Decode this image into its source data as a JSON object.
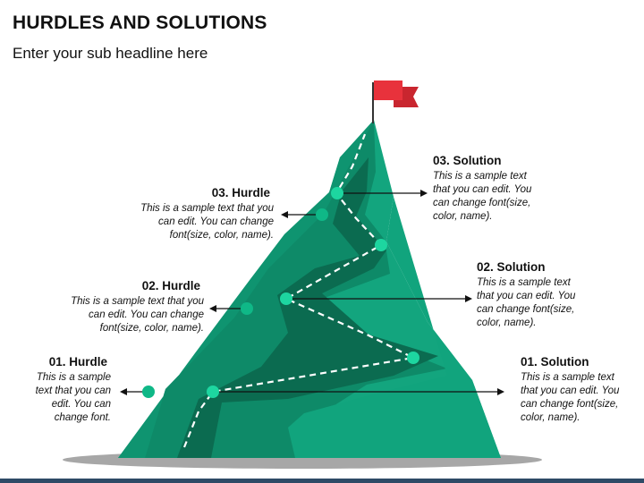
{
  "header": {
    "title": "HURDLES AND SOLUTIONS",
    "subtitle": "Enter your sub headline here"
  },
  "hurdles": [
    {
      "title": "01. Hurdle",
      "lines": [
        "This is a sample",
        "text that you can",
        "edit. You can",
        "change font."
      ]
    },
    {
      "title": "02. Hurdle",
      "lines": [
        "This is a sample text that you",
        "can edit. You can change",
        "font(size, color, name)."
      ]
    },
    {
      "title": "03. Hurdle",
      "lines": [
        "This is a sample text that you",
        "can edit. You can change",
        "font(size, color, name)."
      ]
    }
  ],
  "solutions": [
    {
      "title": "01. Solution",
      "lines": [
        "This is a sample text",
        "that you can edit. You",
        "can change font(size,",
        "color, name)."
      ]
    },
    {
      "title": "02. Solution",
      "lines": [
        "This is a sample text",
        "that you can edit. You",
        "can change font(size,",
        "color, name)."
      ]
    },
    {
      "title": "03. Solution",
      "lines": [
        "This is a sample text",
        "that you can edit. You",
        "can change font(size,",
        "color, name)."
      ]
    }
  ],
  "colors": {
    "mountain_light": "#13a57e",
    "mountain_mid": "#0e8a68",
    "mountain_dark": "#0b6b50",
    "node": "#1dd6a0",
    "flag": "#e8323c",
    "bottom_bar": "#2e4a66"
  }
}
